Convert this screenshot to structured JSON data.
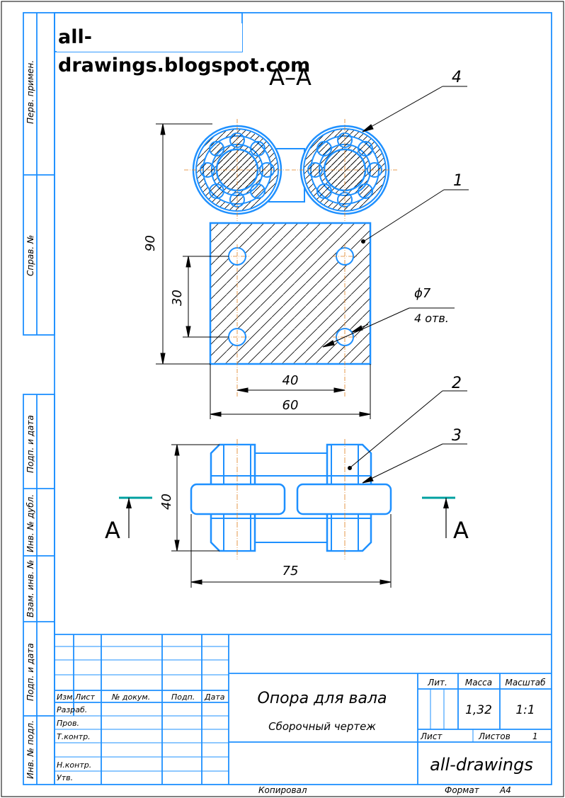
{
  "watermark": "all-drawings.blogspot.com",
  "section_label": "А–А",
  "section_marks": [
    "А",
    "А"
  ],
  "balloons": [
    "1",
    "2",
    "3",
    "4"
  ],
  "dimensions": {
    "height_total": "90",
    "holes_vertical": "30",
    "holes_horizontal": "40",
    "plate_width": "60",
    "bottom_height": "40",
    "bottom_width": "75"
  },
  "hole_note": {
    "diameter": "ϕ7",
    "count": "4 отв."
  },
  "side_columns": [
    "Перв. примен.",
    "Справ. №",
    "Подп. и дата",
    "Инв. № дубл.",
    "Взам. инв. №",
    "Подп. и дата",
    "Инв. № подл."
  ],
  "title_block": {
    "headers": [
      "Изм.",
      "Лист",
      "№ докум.",
      "Подп.",
      "Дата"
    ],
    "roles": [
      "Разраб.",
      "Пров.",
      "Т.контр.",
      "Н.контр.",
      "Утв."
    ],
    "title": "Опора для вала",
    "subtitle": "Сборочный чертеж",
    "lit_label": "Лит.",
    "mass_label": "Масса",
    "scale_label": "Масштаб",
    "mass_value": "1,32",
    "scale_value": "1:1",
    "sheet_label": "Лист",
    "sheets_label": "Листов",
    "sheets_value": "1",
    "organization": "all-drawings"
  },
  "footer": {
    "copied": "Копировал",
    "format_label": "Формат",
    "format_value": "А4"
  },
  "colors": {
    "frame": "#1e90ff",
    "part": "#1e90ff",
    "ink": "#000000",
    "axis": "#e08020",
    "section_mark": "#00a0a0"
  }
}
